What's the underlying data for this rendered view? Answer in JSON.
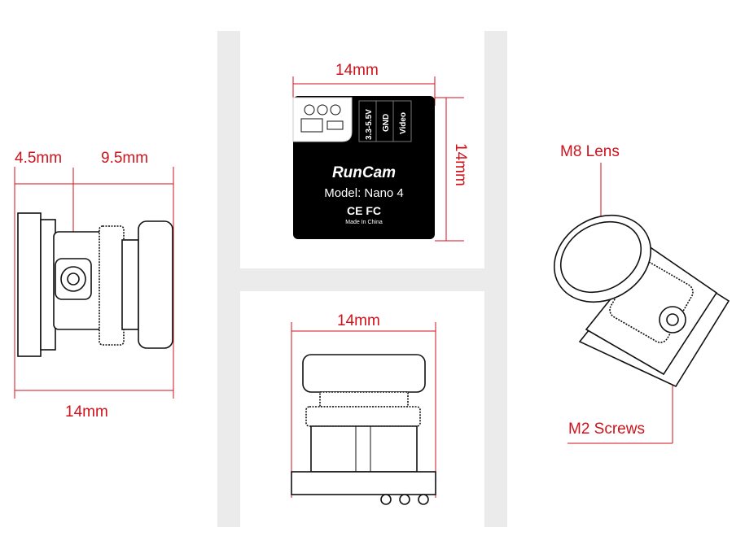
{
  "colors": {
    "accent": "#d0121b",
    "panel": "#ebebeb",
    "board": "#000000"
  },
  "side_view": {
    "dim_lens_offset": "4.5mm",
    "dim_lens_length": "9.5mm",
    "dim_width": "14mm"
  },
  "back_view": {
    "dim_width": "14mm",
    "dim_height": "14mm",
    "pins": [
      "3.3-5.5V",
      "GND",
      "Video"
    ],
    "brand": "RunCam",
    "model": "Model: Nano 4",
    "certs": "CE FC",
    "origin": "Made In China"
  },
  "bottom_view": {
    "dim_width": "14mm"
  },
  "iso_view": {
    "lens_label": "M8 Lens",
    "screws_label": "M2 Screws"
  }
}
